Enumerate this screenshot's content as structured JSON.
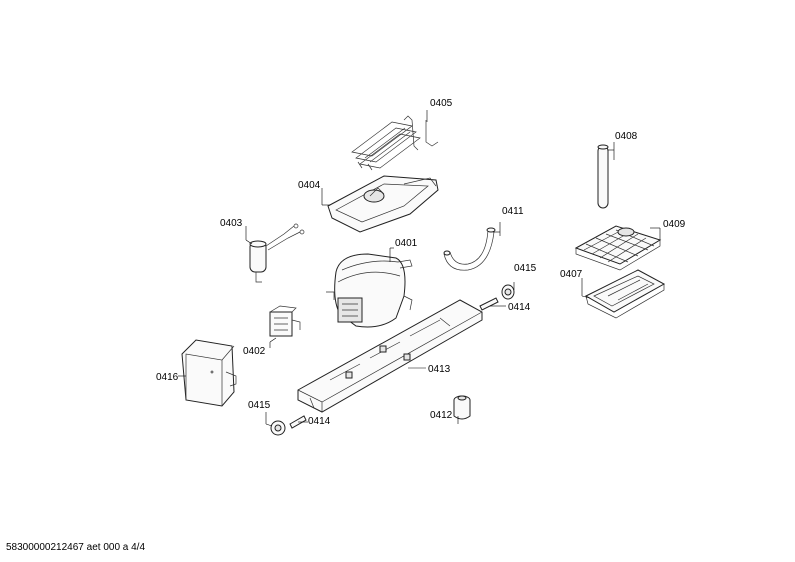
{
  "labels": {
    "p0405": "0405",
    "p0408": "0408",
    "p0404": "0404",
    "p0403": "0403",
    "p0401": "0401",
    "p0411": "0411",
    "p0409": "0409",
    "p0415a": "0415",
    "p0414a": "0414",
    "p0407": "0407",
    "p0402": "0402",
    "p0416": "0416",
    "p0413": "0413",
    "p0415b": "0415",
    "p0414b": "0414",
    "p0412": "0412"
  },
  "footer": "58300000212467 aet 000 a 4/4"
}
